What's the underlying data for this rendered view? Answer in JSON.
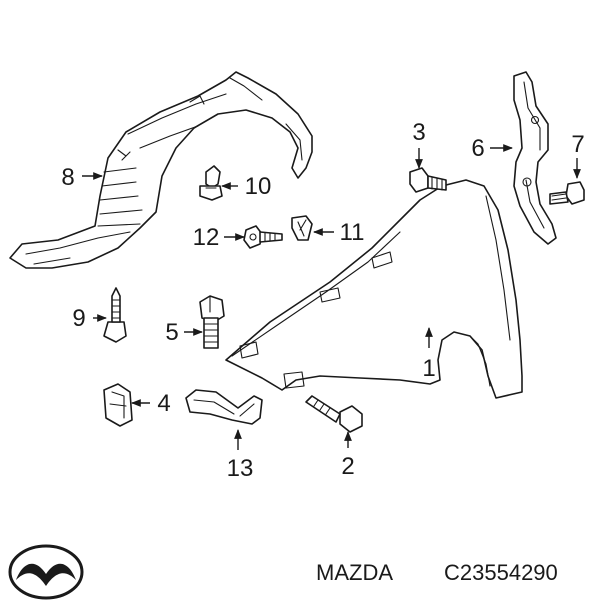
{
  "callouts": {
    "c1": "1",
    "c2": "2",
    "c3": "3",
    "c4": "4",
    "c5": "5",
    "c6": "6",
    "c7": "7",
    "c8": "8",
    "c9": "9",
    "c10": "10",
    "c11": "11",
    "c12": "12",
    "c13": "13"
  },
  "caption": {
    "brand": "MAZDA",
    "part_number": "C23554290"
  },
  "colors": {
    "ink": "#1a1a1a",
    "background": "#ffffff"
  },
  "icons": {
    "brand_logo": "mazda-logo-icon"
  }
}
